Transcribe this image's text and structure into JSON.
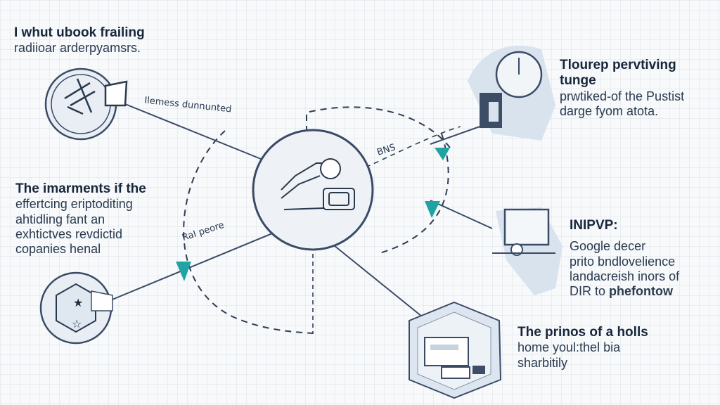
{
  "colors": {
    "stroke": "#3b4b66",
    "dashed": "#2f3e55",
    "accent": "#1fa3a3",
    "node_fill": "#e9eef4",
    "panel_fill": "#d9e3ee"
  },
  "icons": {
    "top_left": "pencil-drafting-icon",
    "center": "robot-arm-icon",
    "top_right": "clock-monitor-icon",
    "middle_right": "monitor-icon",
    "bottom_left": "star-badge-icon",
    "bottom_right": "laptop-icon"
  },
  "blocks": {
    "top_left": {
      "title": "I whut ubook frailing",
      "lines": [
        "radiioar arderpyamsrs."
      ]
    },
    "middle_left": {
      "title": "The imarments if the",
      "lines": [
        "effertcing eriptoditing",
        "ahtidling fant an",
        "exhtictves revdictid",
        "copanies henal"
      ]
    },
    "top_right": {
      "title": "Tlourep pervtiving tunge",
      "lines": [
        "prwtiked-of the Pustist",
        "darge fyom atota."
      ]
    },
    "middle_right": {
      "title": "INIPVP:",
      "lines": [
        "Google decer",
        "prito bndlovelience",
        "landacreish inors of"
      ],
      "last_plain": "DIR to ",
      "last_bold": "phefontow"
    },
    "bottom_right": {
      "title": "The prinos of a holls",
      "lines": [
        "home youl:thel bia",
        "sharbitily"
      ]
    }
  },
  "edge_labels": {
    "upper": "Ilemess dunnunted",
    "center_right": "BNS",
    "lower_left": "RaI peore"
  }
}
